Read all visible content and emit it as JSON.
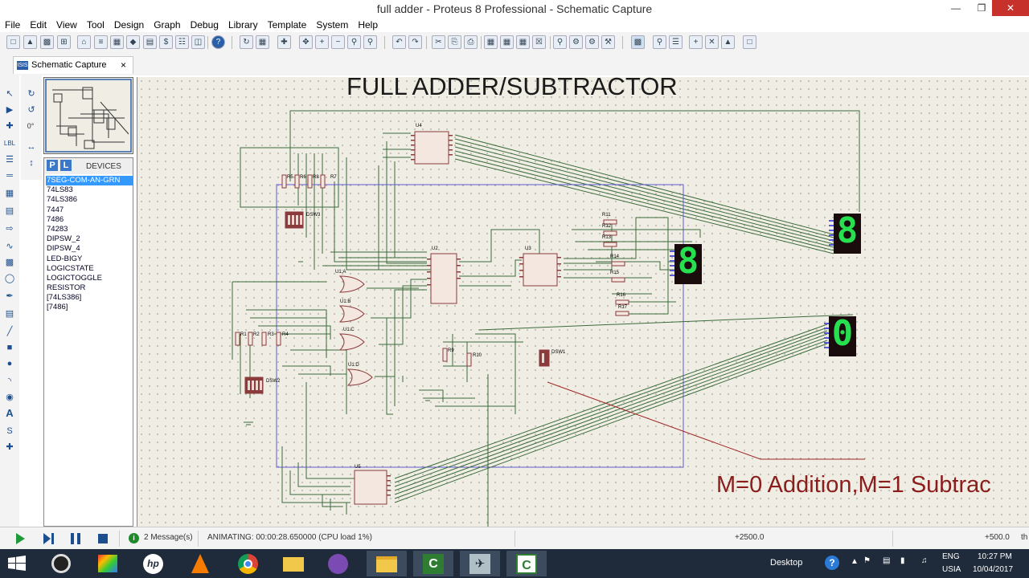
{
  "window": {
    "title": "full adder - Proteus 8 Professional - Schematic Capture",
    "controls": [
      "minimize-icon",
      "restore-icon",
      "close-icon"
    ]
  },
  "menu": [
    "File",
    "Edit",
    "View",
    "Tool",
    "Design",
    "Graph",
    "Debug",
    "Library",
    "Template",
    "System",
    "Help"
  ],
  "tabs": [
    {
      "label": "Schematic Capture",
      "close": "×"
    }
  ],
  "rotation": {
    "angle": "0°"
  },
  "device_panel": {
    "p_label": "P",
    "l_label": "L",
    "title": "DEVICES",
    "selected_index": 0,
    "items": [
      "7SEG-COM-AN-GRN",
      "74LS83",
      "74LS386",
      "7447",
      "7486",
      "74283",
      "DIPSW_2",
      "DIPSW_4",
      "LED-BIGY",
      "LOGICSTATE",
      "LOGICTOGGLE",
      "RESISTOR",
      "[74LS386]",
      "[7486]"
    ]
  },
  "schematic": {
    "title": "FULL ADDER/SUBTRACTOR",
    "note": "M=0 Addition,M=1 Subtrac",
    "components": {
      "u4": "U4",
      "u2": "U2",
      "u3": "U3",
      "u5": "U5",
      "u1a": "U1:A",
      "u1b": "U1:B",
      "u1c": "U1:C",
      "u1d": "U1:D",
      "dsw1": "DSW1",
      "dsw2": "DSW2",
      "dsw3": "DSW3",
      "r1": "R1",
      "r2": "R2",
      "r3": "R3",
      "r4": "R4",
      "r5": "R5",
      "r6": "R6",
      "r7": "R7",
      "r8": "R8",
      "r9": "R9",
      "r10": "R10",
      "r11": "R11",
      "r12": "R12",
      "r13": "R13",
      "r14": "R14",
      "r15": "R15",
      "r16": "R16",
      "r17": "R17"
    },
    "displays": [
      "8",
      "8",
      "0"
    ]
  },
  "status": {
    "messages": "2 Message(s)",
    "animating": "ANIMATING: 00:00:28.650000 (CPU load 1%)",
    "coord_x": "+2500.0",
    "coord_y": "+500.0",
    "units": "th"
  },
  "taskbar": {
    "desktop_label": "Desktop",
    "language": "ENG",
    "region": "USIA",
    "time": "10:27 PM",
    "date": "10/04/2017"
  },
  "colors": {
    "canvas": "#f0eee4",
    "wire": "#3b6b3b",
    "note_red": "#8b1d1d",
    "selection": "#3399ff",
    "seg_on": "#27e050",
    "seg_bg": "#1a0c0c"
  }
}
